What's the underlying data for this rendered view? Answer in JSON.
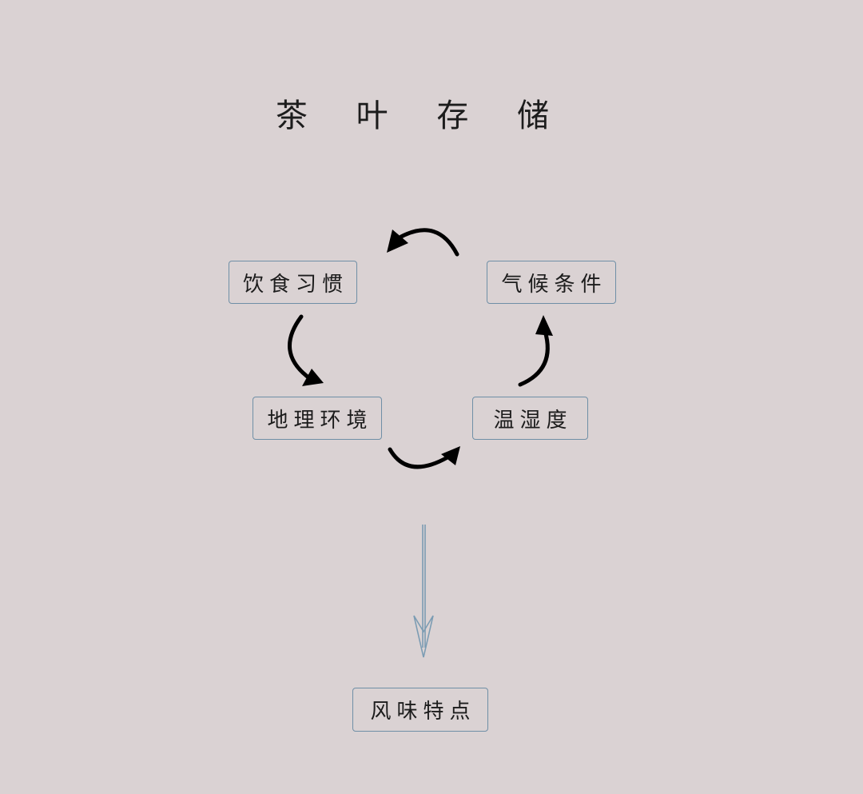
{
  "title": "茶 叶 存 储",
  "nodes": {
    "diet": "饮食习惯",
    "climate": "气候条件",
    "geography": "地理环境",
    "humidity": "温湿度",
    "flavor": "风味特点"
  },
  "colors": {
    "background": "#dad2d3",
    "node_border": "#6f8fa6",
    "arrow": "#000000",
    "down_arrow": "#7b9cb3"
  }
}
